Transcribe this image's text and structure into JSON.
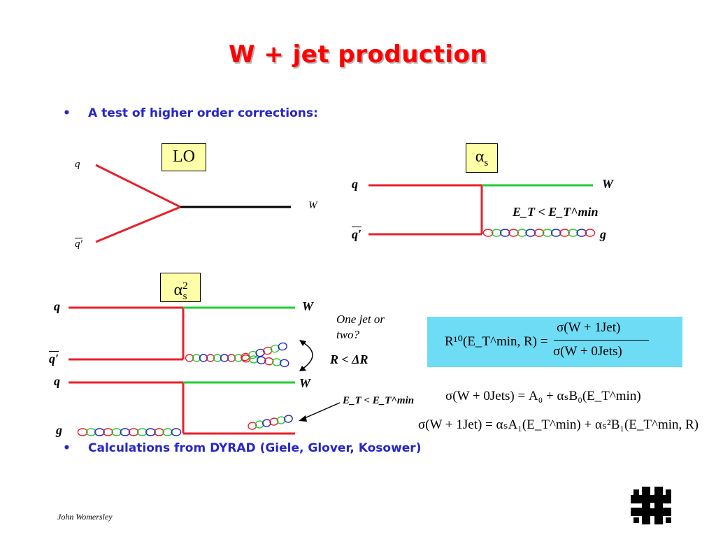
{
  "slide": {
    "title": "W + jet production",
    "bullets": [
      "A test of higher order corrections:",
      "Calculations from DYRAD (Giele, Glover, Kosower)"
    ],
    "bullet_symbol": "•",
    "footer": "John Womersley"
  },
  "diagrams": {
    "lo": {
      "box_label": "LO",
      "q": "q",
      "qbar_prime": "q′",
      "w": "W"
    },
    "alpha_s": {
      "box_base": "α",
      "box_sub": "s",
      "q": "q",
      "qbar_prime": "q′",
      "w": "W",
      "g": "g",
      "cut": "E_T < E_T^min"
    },
    "alpha_s2": {
      "box_base": "α",
      "box_sup": "2",
      "box_sub": "s",
      "top": {
        "q": "q",
        "qbar_prime": "q′",
        "w": "W"
      },
      "bottom": {
        "q": "q",
        "g": "g",
        "w": "W"
      },
      "note": "One jet or two?",
      "delta_r": "R < ΔR"
    }
  },
  "formulas": {
    "ratio_lhs": "R¹⁰(E_T^min, R) =",
    "ratio_num": "σ(W + 1Jet)",
    "ratio_den": "σ(W + 0Jets)",
    "eq0": "σ(W + 0Jets) = A₀ + αₛB₀(E_T^min)",
    "eq1": "σ(W + 1Jet) = αₛA₁(E_T^min) + αₛ²B₁(E_T^min, R)"
  },
  "colors": {
    "title": "#ff0000",
    "bullet_text": "#2626c9",
    "quark_line": "#e8202a",
    "w_line": "#22cc33",
    "box_fill": "#ffffa8",
    "formula_box": "#6fdcf5"
  }
}
